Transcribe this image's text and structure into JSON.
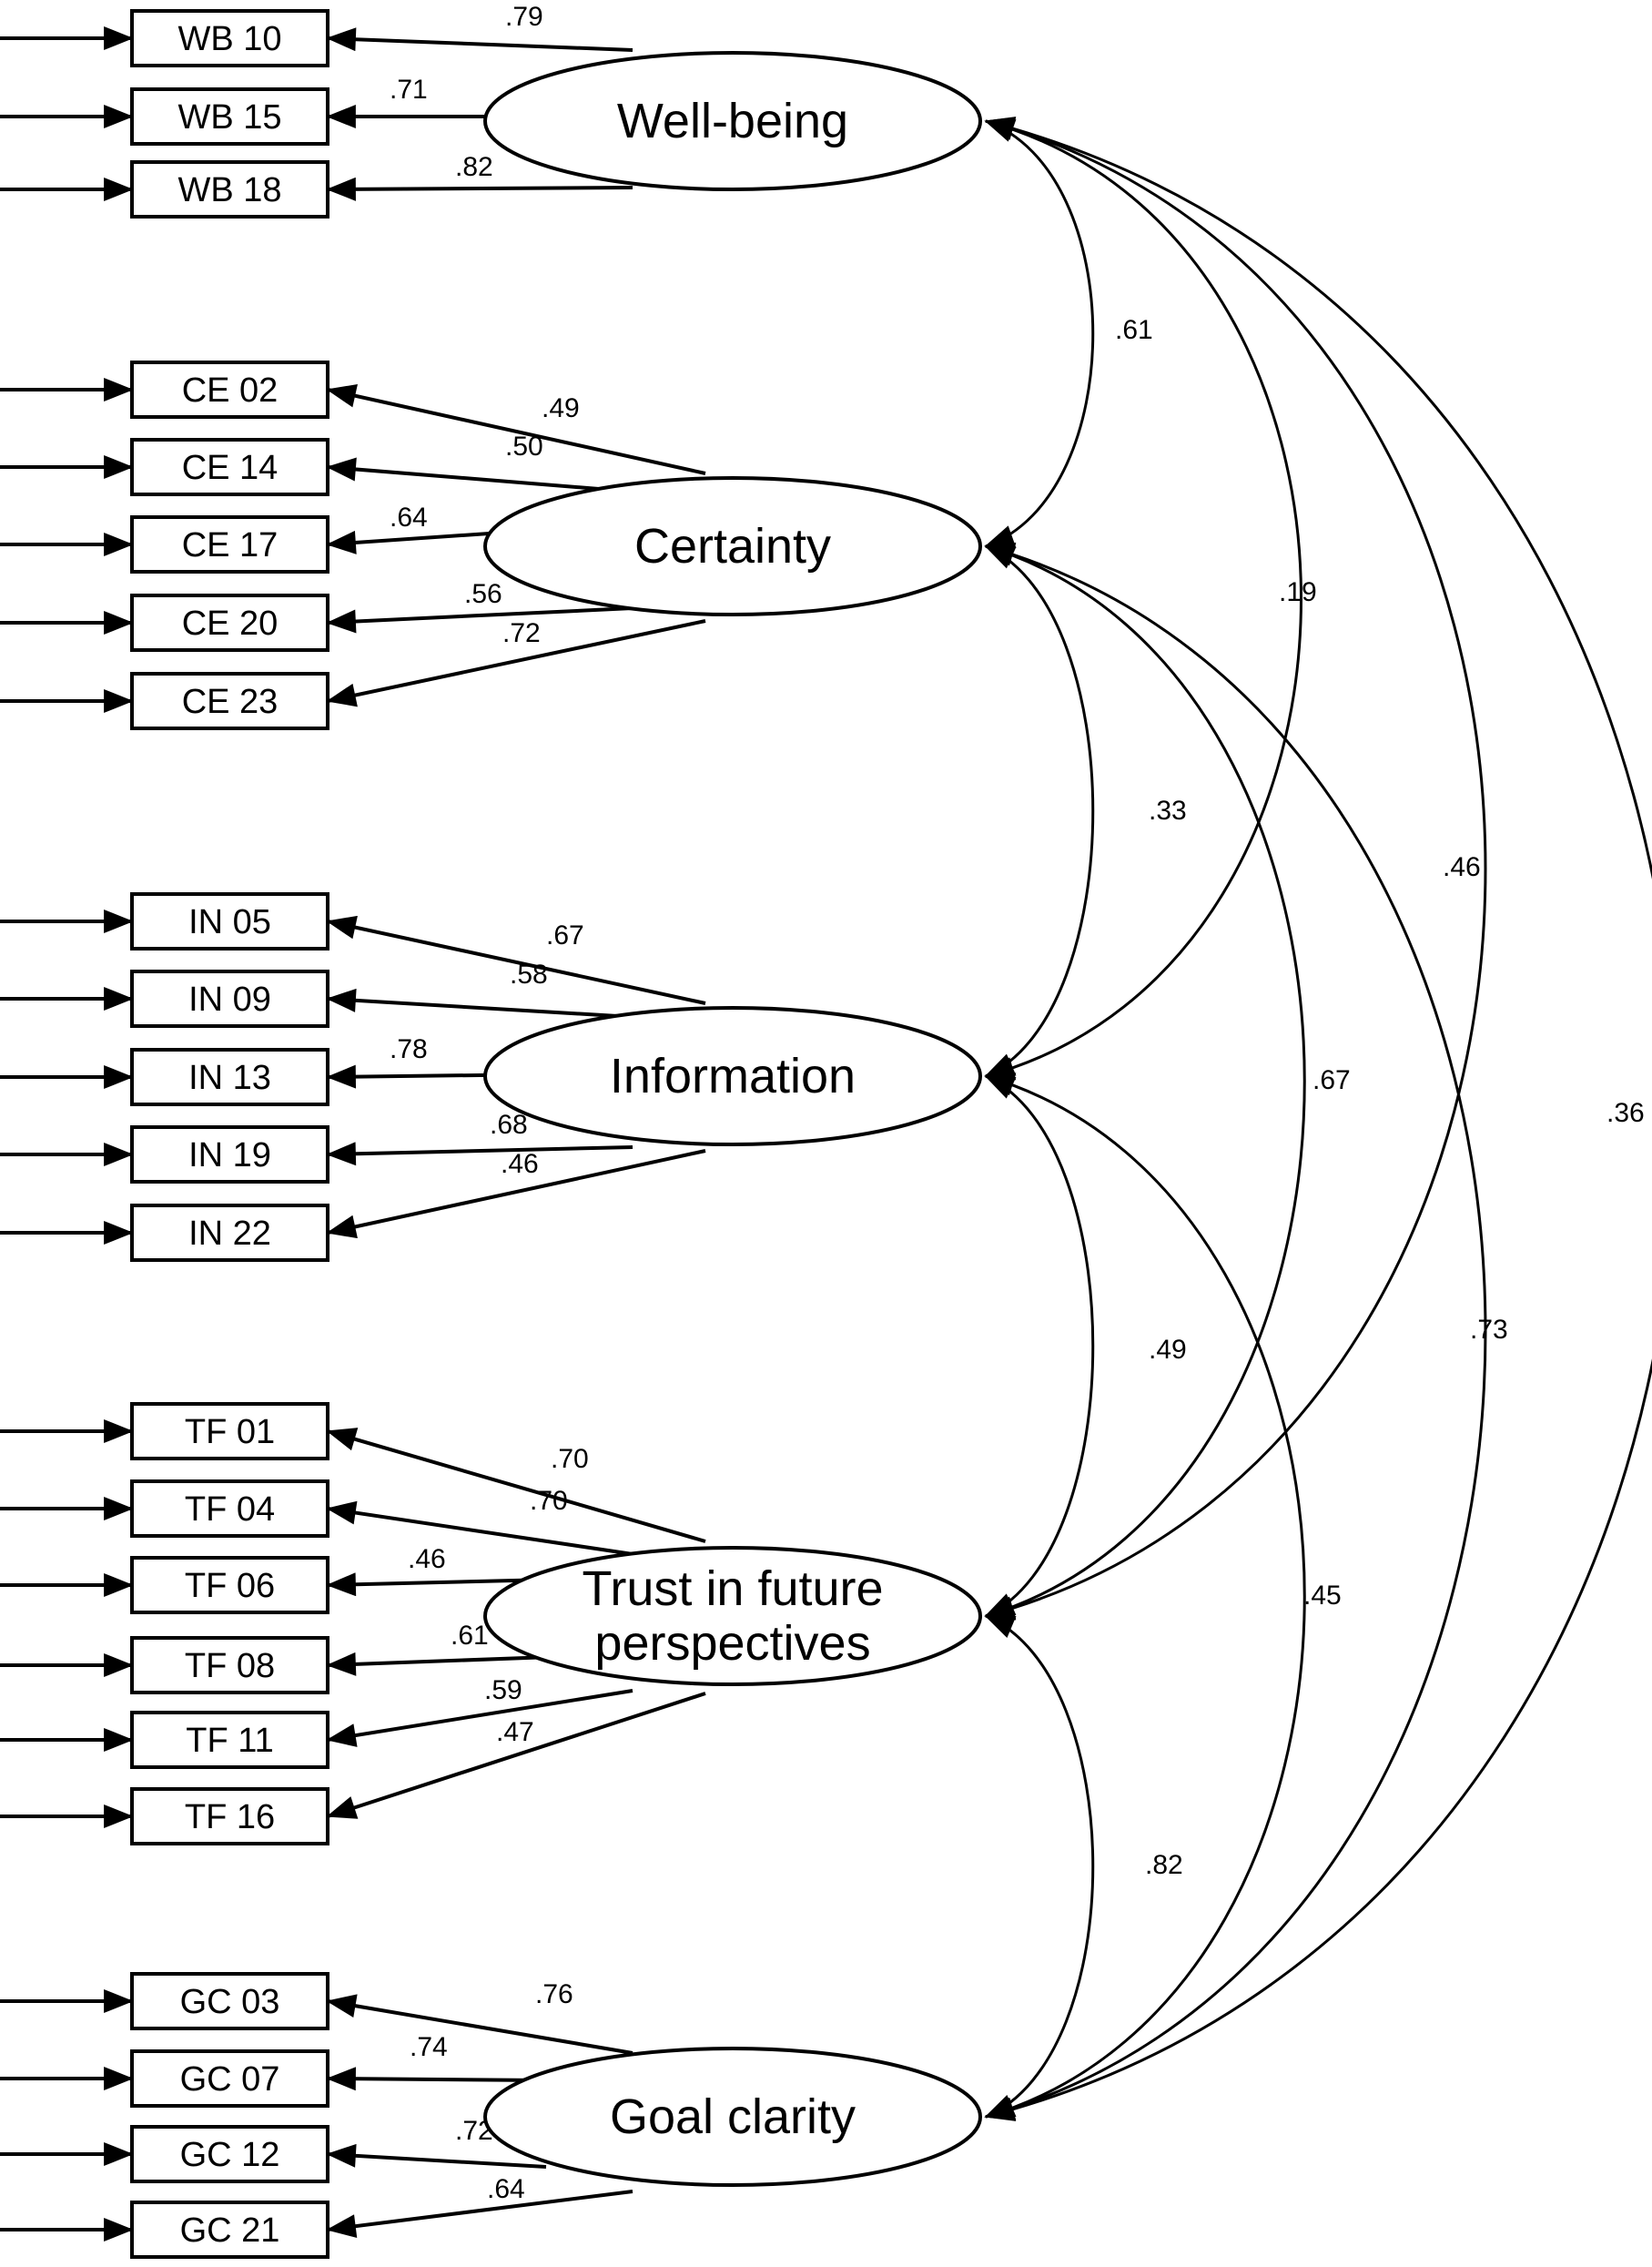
{
  "factors": [
    {
      "id": "wb",
      "label_lines": [
        "Well-being"
      ]
    },
    {
      "id": "ce",
      "label_lines": [
        "Certainty"
      ]
    },
    {
      "id": "in",
      "label_lines": [
        "Information"
      ]
    },
    {
      "id": "tf",
      "label_lines": [
        "Trust in future",
        "perspectives"
      ]
    },
    {
      "id": "gc",
      "label_lines": [
        "Goal clarity"
      ]
    }
  ],
  "indicators": {
    "wb": [
      {
        "label": "WB 10",
        "loading": ".79"
      },
      {
        "label": "WB 15",
        "loading": ".71"
      },
      {
        "label": "WB 18",
        "loading": ".82"
      }
    ],
    "ce": [
      {
        "label": "CE 02",
        "loading": ".49"
      },
      {
        "label": "CE 14",
        "loading": ".50"
      },
      {
        "label": "CE 17",
        "loading": ".64"
      },
      {
        "label": "CE 20",
        "loading": ".56"
      },
      {
        "label": "CE 23",
        "loading": ".72"
      }
    ],
    "in": [
      {
        "label": "IN 05",
        "loading": ".67"
      },
      {
        "label": "IN 09",
        "loading": ".58"
      },
      {
        "label": "IN 13",
        "loading": ".78"
      },
      {
        "label": "IN 19",
        "loading": ".68"
      },
      {
        "label": "IN 22",
        "loading": ".46"
      }
    ],
    "tf": [
      {
        "label": "TF 01",
        "loading": ".70"
      },
      {
        "label": "TF 04",
        "loading": ".70"
      },
      {
        "label": "TF 06",
        "loading": ".46"
      },
      {
        "label": "TF 08",
        "loading": ".61"
      },
      {
        "label": "TF 11",
        "loading": ".59"
      },
      {
        "label": "TF 16",
        "loading": ".47"
      }
    ],
    "gc": [
      {
        "label": "GC 03",
        "loading": ".76"
      },
      {
        "label": "GC 07",
        "loading": ".74"
      },
      {
        "label": "GC 12",
        "loading": ".72"
      },
      {
        "label": "GC 21",
        "loading": ".64"
      }
    ]
  },
  "correlations": [
    {
      "from": "wb",
      "to": "ce",
      "value": ".61"
    },
    {
      "from": "wb",
      "to": "in",
      "value": ".19"
    },
    {
      "from": "wb",
      "to": "tf",
      "value": ".46"
    },
    {
      "from": "wb",
      "to": "gc",
      "value": ".36"
    },
    {
      "from": "ce",
      "to": "in",
      "value": ".33"
    },
    {
      "from": "ce",
      "to": "tf",
      "value": ".67"
    },
    {
      "from": "ce",
      "to": "gc",
      "value": ".73"
    },
    {
      "from": "in",
      "to": "tf",
      "value": ".49"
    },
    {
      "from": "in",
      "to": "gc",
      "value": ".45"
    },
    {
      "from": "tf",
      "to": "gc",
      "value": ".82"
    }
  ]
}
